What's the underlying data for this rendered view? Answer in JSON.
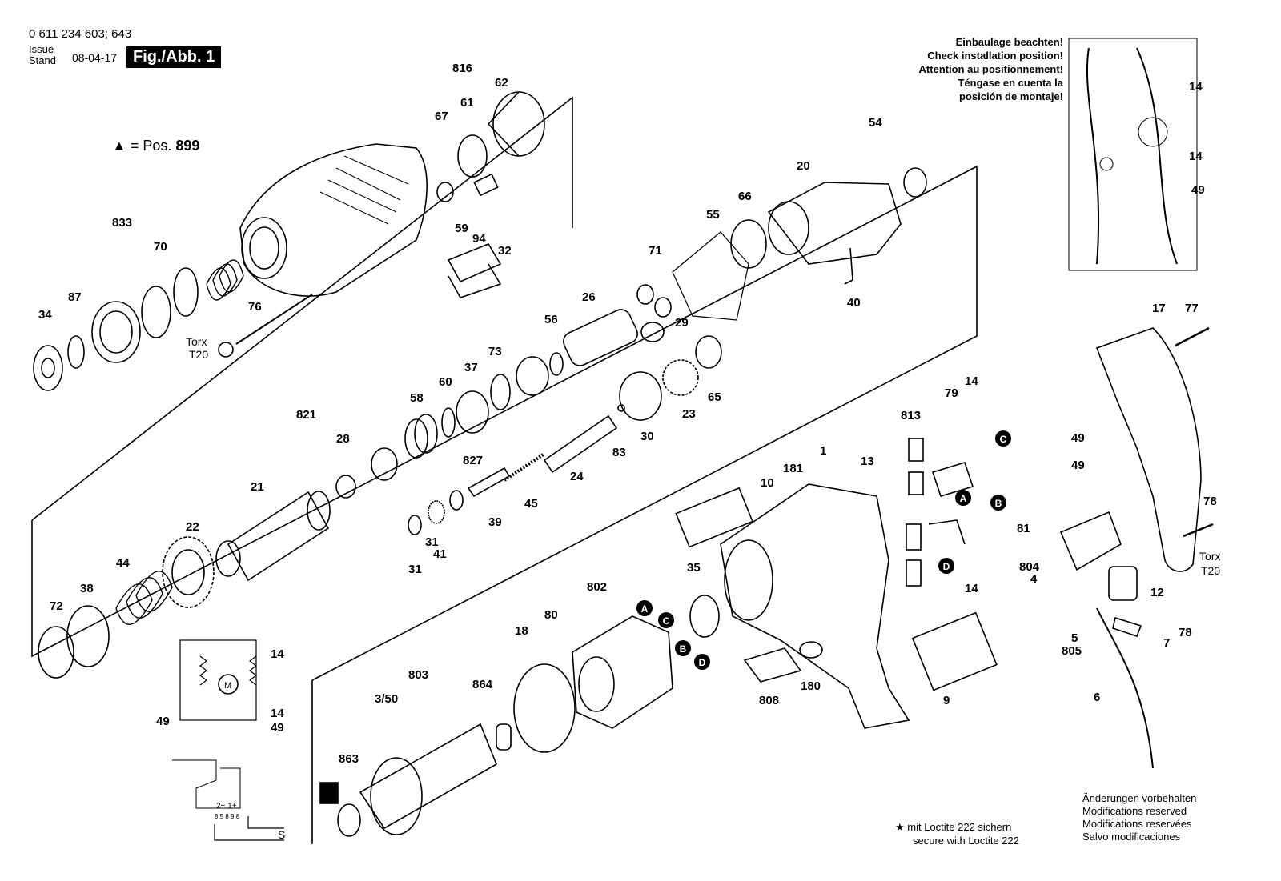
{
  "header": {
    "doc_id": "0 611 234 603; 643",
    "issue_label": "Issue",
    "stand_label": "Stand",
    "date": "08-04-17",
    "fig_label": "Fig./Abb. 1"
  },
  "legend": {
    "triangle_eq": "= Pos.",
    "pos_number": "899"
  },
  "install_note": {
    "line1": "Einbaulage beachten!",
    "line2": "Check installation position!",
    "line3": "Attention au positionnement!",
    "line4": "Téngase en cuenta la",
    "line5": "posición de montaje!"
  },
  "footnotes": {
    "loctite_de": "★ mit Loctite 222 sichern",
    "loctite_en": "secure with Loctite 222",
    "mods_de": "Änderungen vorbehalten",
    "mods_en": "Modifications reserved",
    "mods_fr": "Modifications reservées",
    "mods_es": "Salvo modificaciones"
  },
  "torx": {
    "label": "Torx",
    "size": "T20"
  },
  "callouts": [
    "816",
    "62",
    "61",
    "67",
    "833",
    "70",
    "87",
    "34",
    "76",
    "59",
    "94",
    "32",
    "54",
    "20",
    "66",
    "55",
    "71",
    "40",
    "26",
    "29",
    "56",
    "65",
    "73",
    "37",
    "60",
    "58",
    "821",
    "28",
    "827",
    "21",
    "23",
    "30",
    "83",
    "24",
    "45",
    "39",
    "22",
    "44",
    "38",
    "72",
    "31",
    "41",
    "813",
    "79",
    "14",
    "13",
    "1",
    "181",
    "10",
    "35",
    "802",
    "80",
    "18",
    "803",
    "864",
    "3/50",
    "863",
    "808",
    "180",
    "9",
    "49",
    "81",
    "804",
    "4",
    "12",
    "5",
    "805",
    "7",
    "78",
    "6",
    "17",
    "77"
  ],
  "connectors": [
    "A",
    "B",
    "C",
    "D"
  ],
  "schematic": {
    "motor": "M",
    "switch_terms": "2+ 1+",
    "switch_pins": "8 5 8 9 8",
    "s_mark": "S"
  }
}
